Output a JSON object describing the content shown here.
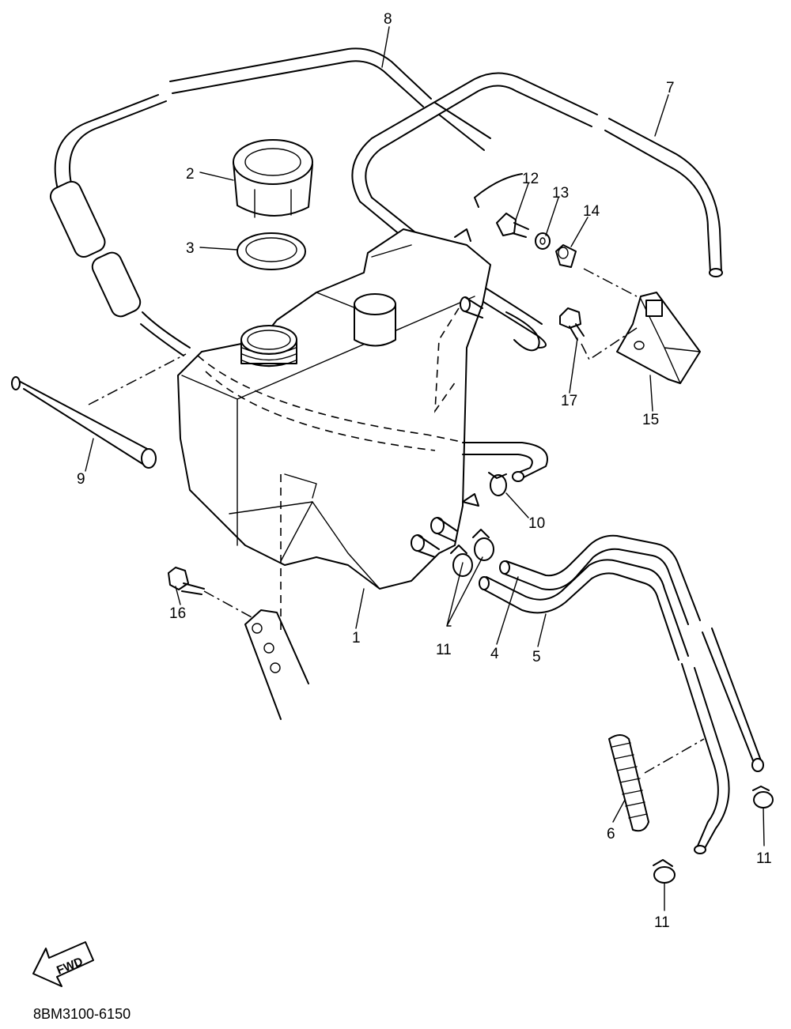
{
  "diagram_code": "8BM3100-6150",
  "fwd_label": "FWD",
  "callouts": {
    "c1": "1",
    "c2": "2",
    "c3": "3",
    "c4": "4",
    "c5": "5",
    "c6": "6",
    "c7": "7",
    "c8": "8",
    "c9": "9",
    "c10": "10",
    "c11a": "11",
    "c11b": "11",
    "c11c": "11",
    "c12": "12",
    "c13": "13",
    "c14": "14",
    "c15": "15",
    "c16": "16",
    "c17": "17"
  }
}
